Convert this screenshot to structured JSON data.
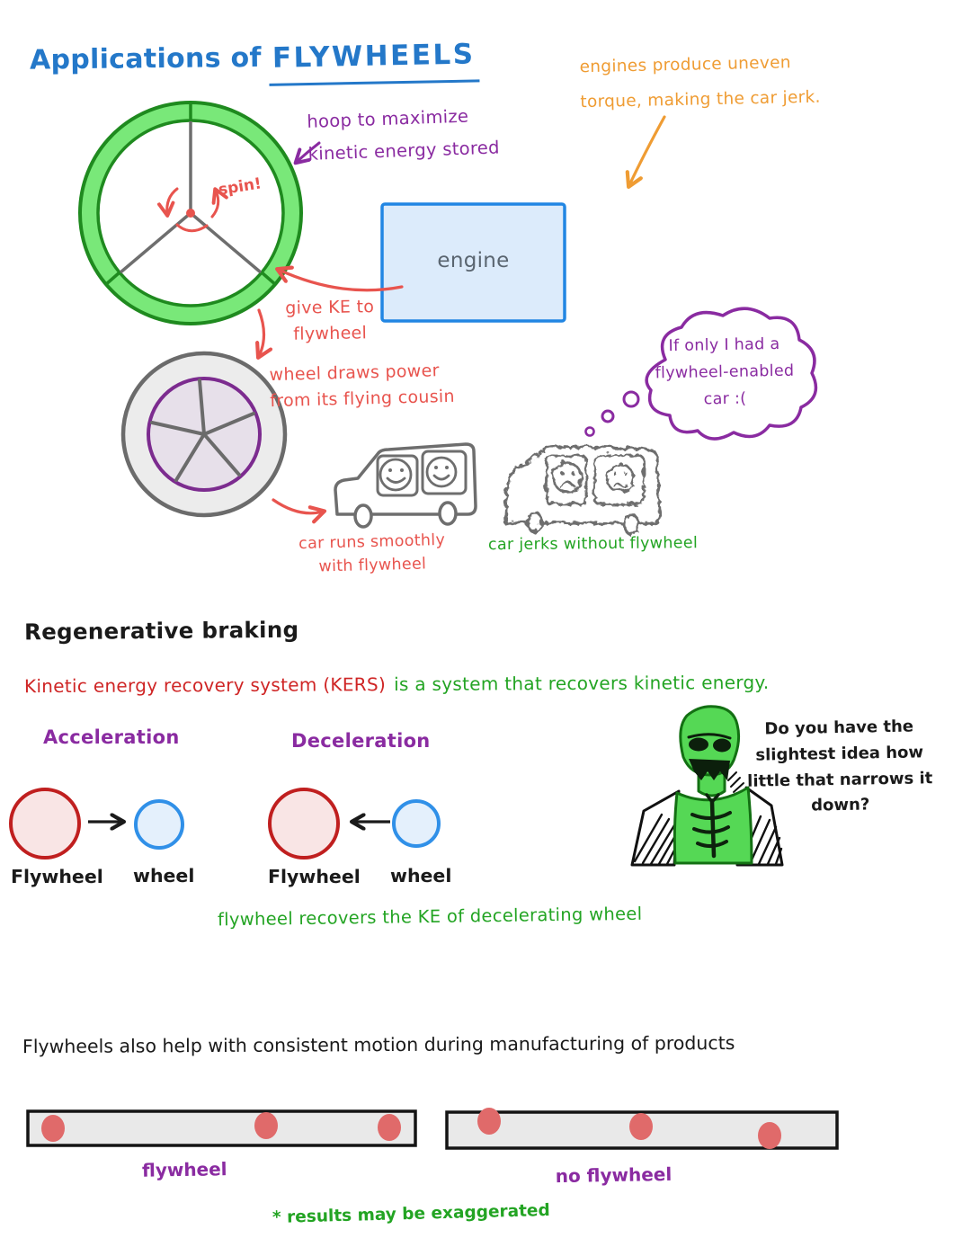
{
  "header": {
    "title_prefix": "Applications of",
    "title_emph": "FLYWHEELS"
  },
  "flywheel_figure": {
    "engine_note": "engines produce uneven torque, making the car jerk.",
    "hoop_note": "hoop to maximize kinetic energy stored",
    "spin_label": "spin!",
    "engine_label": "engine",
    "give_ke_note": "give KE to flywheel",
    "wheel_note": "wheel draws power from its flying cousin",
    "thought_text": "If only I had a flywheel-enabled car :(",
    "smooth_car_caption": "car runs smoothly with flywheel",
    "jerky_car_caption": "car jerks without flywheel"
  },
  "regen": {
    "heading": "Regenerative braking",
    "kers_term": "Kinetic energy recovery system (KERS)",
    "kers_rest": "is a system that recovers kinetic energy.",
    "accel_label": "Acceleration",
    "decel_label": "Deceleration",
    "flywheel_label": "Flywheel",
    "wheel_label": "wheel",
    "recover_note": "flywheel recovers the KE of decelerating wheel",
    "zombie_quote": "Do you have the slightest idea how little that narrows it down?"
  },
  "manufacturing": {
    "heading": "Flywheels also help with consistent motion during manufacturing of products",
    "bars": [
      {
        "label": "flywheel",
        "dots": [
          [
            59,
            1255
          ],
          [
            296,
            1252
          ],
          [
            433,
            1254
          ]
        ]
      },
      {
        "label": "no flywheel",
        "dots": [
          [
            544,
            1247
          ],
          [
            713,
            1253
          ],
          [
            856,
            1263
          ]
        ]
      }
    ],
    "disclaimer": "* results may be exaggerated"
  },
  "colors": {
    "title_blue": "#2478c9",
    "note_orange": "#ef9c33",
    "note_purple": "#8a2ba1",
    "note_red": "#e8544e",
    "kers_red": "#cf2525",
    "text_green": "#23a423",
    "ring_green_fill": "#79e879",
    "ring_green_border": "#1f8a1f",
    "engine_box_fill": "#dcebfb",
    "engine_box_border": "#2186e3",
    "wheel_gray_fill": "#ececec",
    "wheel_purple": "#7c2b8f",
    "flywheel_circle_red": "#c01f1f",
    "flywheel_circle_fill": "#f9e5e5",
    "wheel_circle_blue": "#3090e8",
    "wheel_circle_fill": "#e4f0fc",
    "zombie_green": "#55d855",
    "bar_fill": "#e9e9e9",
    "dot_red": "#e06a6a"
  }
}
